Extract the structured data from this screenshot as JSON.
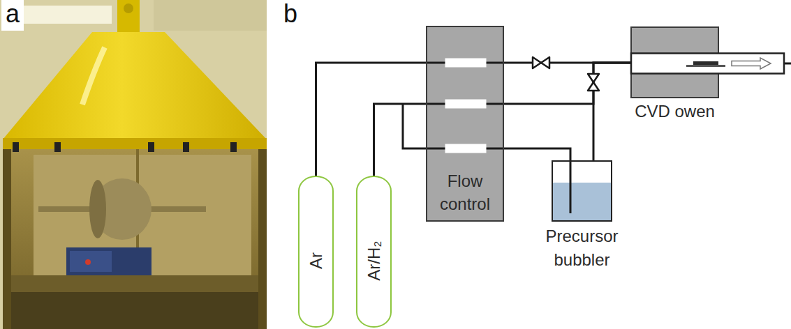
{
  "diagram": {
    "nodes": [
      {
        "text": [
          "Ar"
        ]
      },
      {
        "text": [
          "Ar/H₂"
        ]
      },
      {
        "text": [
          "Flow control"
        ]
      },
      {
        "text": [
          "Precursor bubbler"
        ]
      },
      {
        "text": [
          "CVD owen"
        ]
      }
    ],
    "edges": [
      {
        "from": 0,
        "to": 2,
        "arrow": "none"
      },
      {
        "from": 1,
        "to": 2,
        "arrow": "none"
      },
      {
        "from": 2,
        "to": 4,
        "arrow": "none"
      },
      {
        "from": 2,
        "to": 4,
        "arrow": "none"
      },
      {
        "from": 2,
        "to": 3,
        "arrow": "none"
      },
      {
        "from": 3,
        "to": 4,
        "arrow": "none"
      }
    ],
    "labels": [
      "a",
      "b"
    ]
  }
}
